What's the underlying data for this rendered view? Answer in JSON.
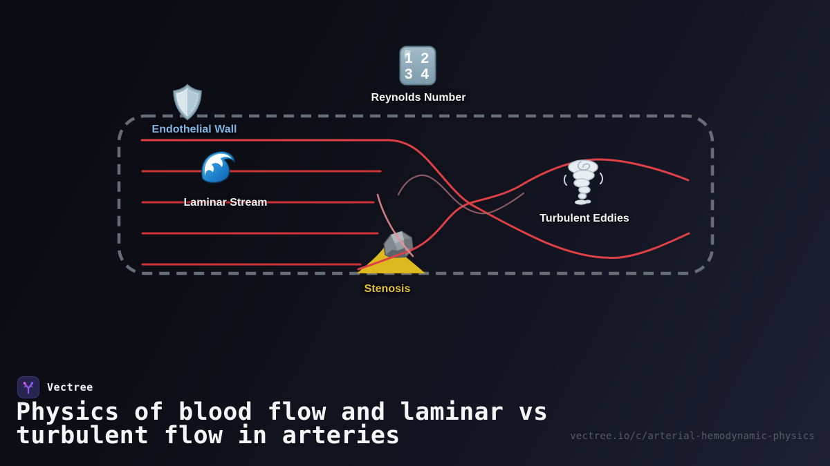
{
  "diagram": {
    "reynolds_label": "Reynolds Number",
    "numbers_icon": {
      "row1": "1 2",
      "row2": "3 4"
    },
    "endothelial_label": "Endothelial Wall",
    "laminar_label": "Laminar Stream",
    "turbulent_label": "Turbulent Eddies",
    "stenosis_label": "Stenosis",
    "icons": {
      "reynolds": "input-numbers-icon",
      "endothelial": "shield-icon",
      "laminar": "wave-icon",
      "turbulent": "tornado-icon",
      "stenosis": "rock-icon"
    },
    "colors": {
      "flow_red": "#cf3338",
      "bright_red": "#df4046",
      "faded_mauve": "#a96b70",
      "faded_pink": "#ef8f96",
      "wall_gray": "#686c74",
      "endothelial_blue": "#7db7e8",
      "stenosis_yellow": "#e3c23c",
      "stenosis_fill": "#dcb91e"
    }
  },
  "footer": {
    "brand": "Vectree",
    "title_line1": "Physics of blood flow and laminar vs",
    "title_line2": "turbulent flow in arteries",
    "url": "vectree.io/c/arterial-hemodynamic-physics"
  }
}
